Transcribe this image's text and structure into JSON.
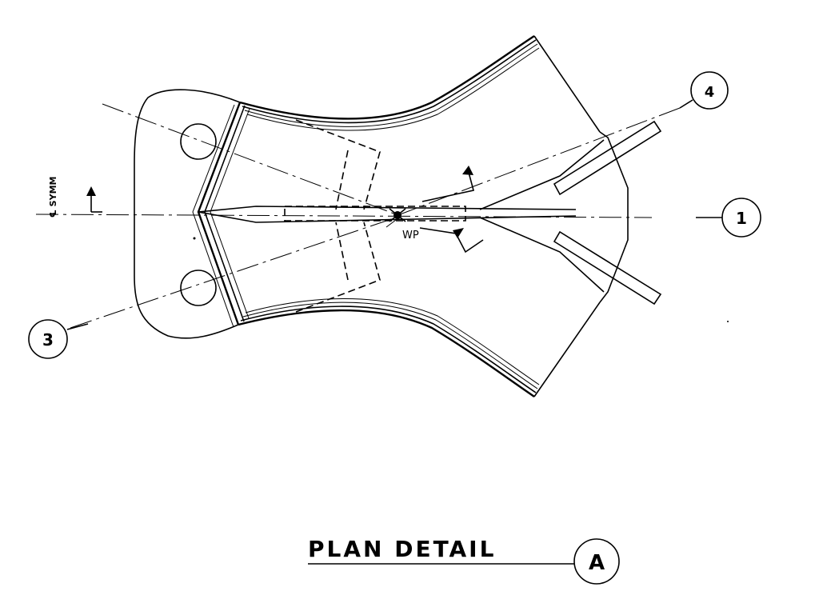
{
  "title": {
    "text": "PLAN DETAIL",
    "detail_tag": "A"
  },
  "annotations": {
    "symm_label": "℄ SYMM",
    "wp_label": "WP",
    "callout_1": "1",
    "callout_3": "3",
    "callout_4": "4"
  }
}
